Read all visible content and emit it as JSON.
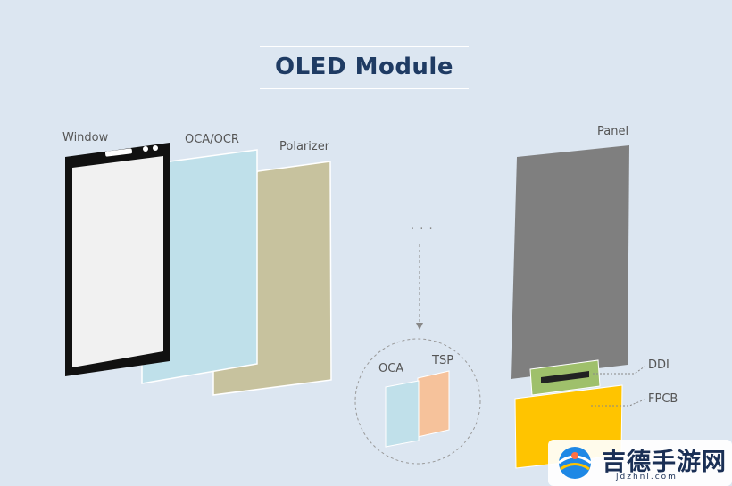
{
  "title": "OLED Module",
  "labels": {
    "window": "Window",
    "oca_ocr": "OCA/OCR",
    "polarizer": "Polarizer",
    "panel": "Panel",
    "ellipsis": "· · ·",
    "oca": "OCA",
    "tsp": "TSP",
    "ddi": "DDI",
    "fpcb": "FPCB"
  },
  "watermark": {
    "text": "吉德手游网",
    "sub": "jdzhnl.com"
  },
  "colors": {
    "background": "#dce6f1",
    "title": "#1f3b63",
    "window_frame": "#111111",
    "window_glass": "#f1f1f1",
    "oca_ocr": "#bfe0ea",
    "polarizer": "#c7c29e",
    "panel": "#7f7f7f",
    "oca_small": "#c0e0ea",
    "tsp": "#f6c29b",
    "ddi_board": "#9fc06b",
    "fpcb": "#ffc400"
  }
}
